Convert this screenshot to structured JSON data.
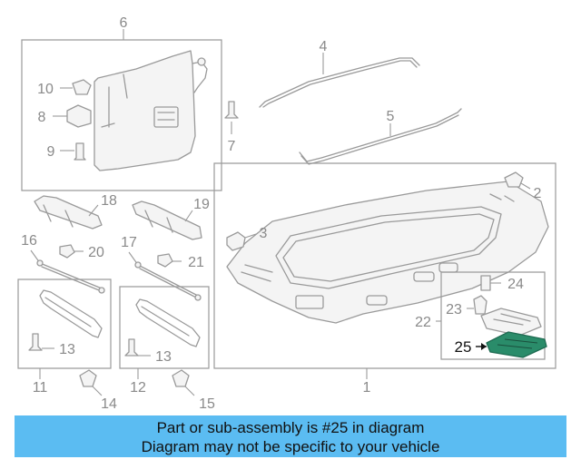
{
  "labels": {
    "p1": "1",
    "p2": "2",
    "p3": "3",
    "p4": "4",
    "p5": "5",
    "p6": "6",
    "p7": "7",
    "p8": "8",
    "p9": "9",
    "p10": "10",
    "p11": "11",
    "p12": "12",
    "p13a": "13",
    "p13b": "13",
    "p14": "14",
    "p15": "15",
    "p16": "16",
    "p17": "17",
    "p18": "18",
    "p19": "19",
    "p20": "20",
    "p21": "21",
    "p22": "22",
    "p23": "23",
    "p24": "24",
    "p25": "25"
  },
  "highlight": {
    "part": "25",
    "color": "#2a8c6a"
  },
  "banner": {
    "line1": "Part or sub-assembly is #25 in diagram",
    "line2": "Diagram may not be specific to your vehicle",
    "color": "#5bbcf2"
  }
}
